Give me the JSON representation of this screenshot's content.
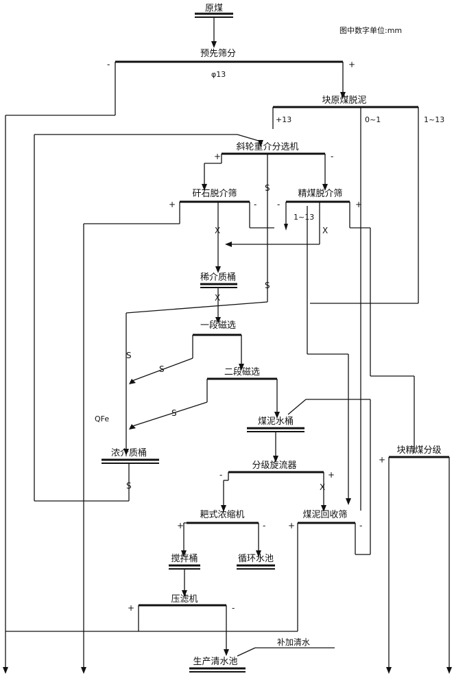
{
  "nodes": {
    "raw_coal": "原煤",
    "pre_screen": "预先筛分",
    "lump_deslime": "块原煤脱泥",
    "heavy_medium": "斜轮重介分选机",
    "gangue_screen": "矸石脱介筛",
    "clean_screen": "精煤脱介筛",
    "dilute_tank": "稀介质桶",
    "mag_sep_1": "一段磁选",
    "mag_sep_2": "二段磁选",
    "slime_tank": "煤泥水桶",
    "dense_tank": "浓介质桶",
    "classify_cyclone": "分级旋流器",
    "lump_classify": "块精煤分级",
    "rake_thickener": "耙式浓缩机",
    "slime_recovery": "煤泥回收筛",
    "agitator": "搅拌桶",
    "circ_pool": "循环水池",
    "filter_press": "压滤机",
    "clear_pool": "生产清水池"
  },
  "labels": {
    "note": "图中数字单位:mm",
    "phi13": "φ13",
    "plus13": "+13",
    "range_0_1": "0~1",
    "range_1_13": "1~13",
    "range_1_13b": "1~13",
    "qfe": "QFe",
    "add_water": "补加清水",
    "plus": "+",
    "minus": "-",
    "s": "S",
    "x": "X"
  }
}
